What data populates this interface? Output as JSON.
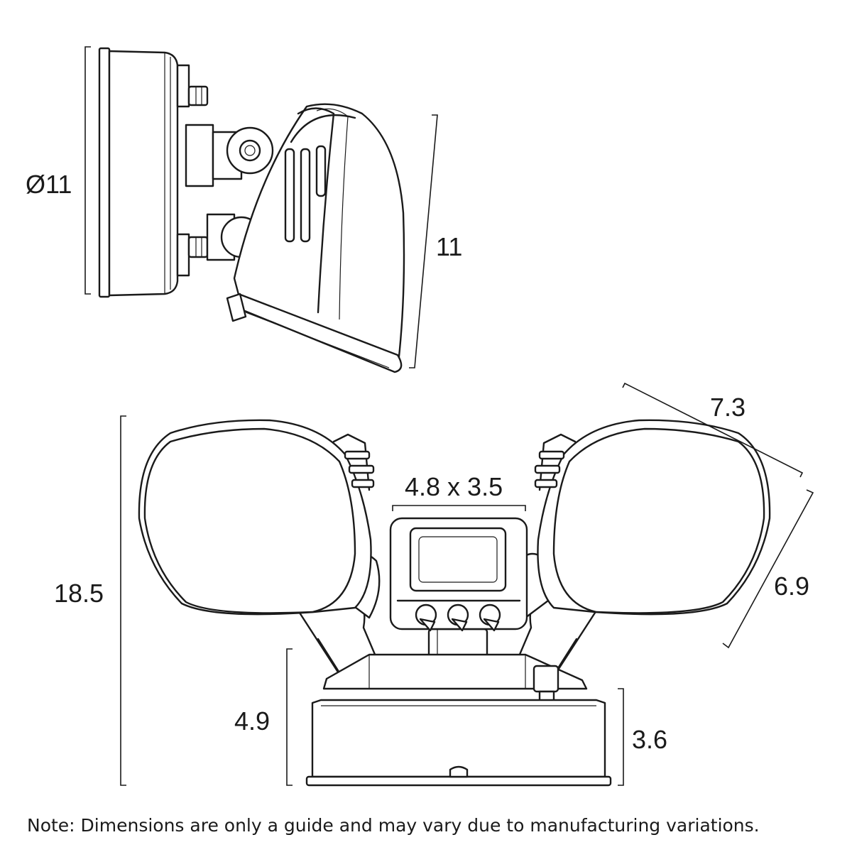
{
  "side_view": {
    "diameter_label": "Ø11",
    "height_label": "11"
  },
  "front_view": {
    "overall_height_label": "18.5",
    "head_width_label": "7.3",
    "head_height_label": "6.9",
    "sensor_size_label": "4.8 x 3.5",
    "mount_height_label": "4.9",
    "base_height_label": "3.6"
  },
  "note": "Note: Dimensions are only a guide and may vary due to manufacturing variations."
}
